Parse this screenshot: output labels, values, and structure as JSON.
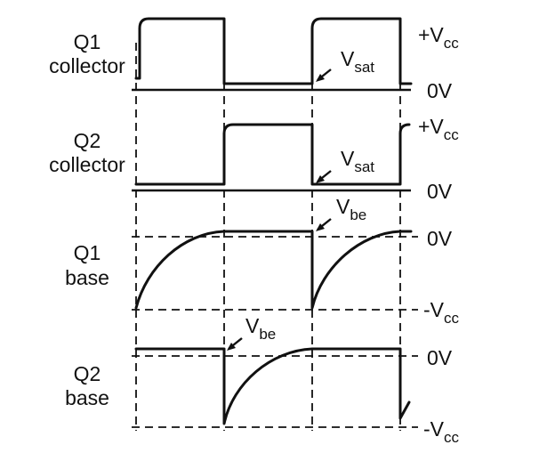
{
  "diagram": {
    "rows": [
      {
        "signal": "Q1",
        "node": "collector",
        "top_level": "+V",
        "top_sub": "cc",
        "bottom_level": "0V",
        "marker": "V",
        "marker_sub": "sat"
      },
      {
        "signal": "Q2",
        "node": "collector",
        "top_level": "+V",
        "top_sub": "cc",
        "bottom_level": "0V",
        "marker": "V",
        "marker_sub": "sat"
      },
      {
        "signal": "Q1",
        "node": "base",
        "top_level": "0V",
        "bottom_level": "-V",
        "bottom_sub": "cc",
        "marker": "V",
        "marker_sub": "be"
      },
      {
        "signal": "Q2",
        "node": "base",
        "top_level": "0V",
        "bottom_level": "-V",
        "bottom_sub": "cc",
        "marker": "V",
        "marker_sub": "be"
      }
    ]
  }
}
